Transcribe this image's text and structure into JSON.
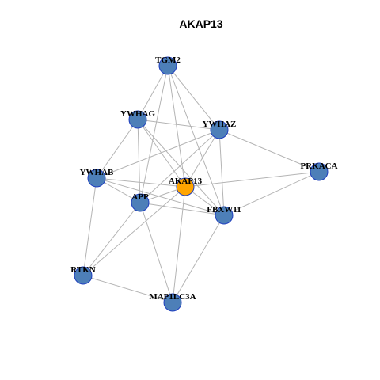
{
  "title": "AKAP13",
  "colors": {
    "node_fill": "#4d7fb8",
    "focus_fill": "#ffa500",
    "node_stroke": "#1f3fbf",
    "edge": "#b4b4b4"
  },
  "nodes": [
    {
      "id": "TGM2",
      "label": "TGM2",
      "focus": false
    },
    {
      "id": "YWHAG",
      "label": "YWHAG",
      "focus": false
    },
    {
      "id": "YWHAZ",
      "label": "YWHAZ",
      "focus": false
    },
    {
      "id": "PRKACA",
      "label": "PRKACA",
      "focus": false
    },
    {
      "id": "YWHAB",
      "label": "YWHAB",
      "focus": false
    },
    {
      "id": "AKAP13",
      "label": "AKAP13",
      "focus": true
    },
    {
      "id": "APP",
      "label": "APP",
      "focus": false
    },
    {
      "id": "FBXW11",
      "label": "FBXW11",
      "focus": false
    },
    {
      "id": "RTKN",
      "label": "RTKN",
      "focus": false
    },
    {
      "id": "MAP1LC3A",
      "label": "MAP1LC3A",
      "focus": false
    }
  ],
  "edges": [
    [
      "TGM2",
      "YWHAG"
    ],
    [
      "TGM2",
      "YWHAZ"
    ],
    [
      "TGM2",
      "APP"
    ],
    [
      "TGM2",
      "AKAP13"
    ],
    [
      "TGM2",
      "FBXW11"
    ],
    [
      "YWHAG",
      "YWHAZ"
    ],
    [
      "YWHAG",
      "YWHAB"
    ],
    [
      "YWHAG",
      "APP"
    ],
    [
      "YWHAG",
      "AKAP13"
    ],
    [
      "YWHAG",
      "FBXW11"
    ],
    [
      "YWHAZ",
      "PRKACA"
    ],
    [
      "YWHAZ",
      "YWHAB"
    ],
    [
      "YWHAZ",
      "AKAP13"
    ],
    [
      "YWHAZ",
      "APP"
    ],
    [
      "YWHAZ",
      "FBXW11"
    ],
    [
      "PRKACA",
      "AKAP13"
    ],
    [
      "PRKACA",
      "FBXW11"
    ],
    [
      "YWHAB",
      "AKAP13"
    ],
    [
      "YWHAB",
      "APP"
    ],
    [
      "YWHAB",
      "FBXW11"
    ],
    [
      "YWHAB",
      "RTKN"
    ],
    [
      "AKAP13",
      "APP"
    ],
    [
      "AKAP13",
      "FBXW11"
    ],
    [
      "AKAP13",
      "MAP1LC3A"
    ],
    [
      "AKAP13",
      "RTKN"
    ],
    [
      "APP",
      "FBXW11"
    ],
    [
      "APP",
      "RTKN"
    ],
    [
      "APP",
      "MAP1LC3A"
    ],
    [
      "FBXW11",
      "MAP1LC3A"
    ],
    [
      "RTKN",
      "MAP1LC3A"
    ]
  ]
}
